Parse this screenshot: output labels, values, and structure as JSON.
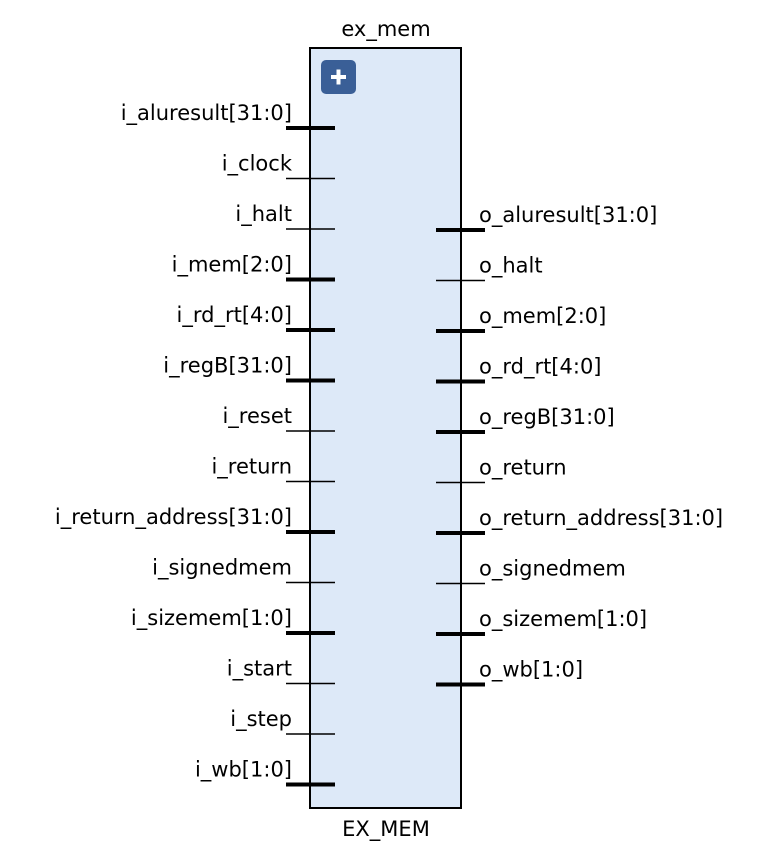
{
  "block": {
    "instance_name": "ex_mem",
    "module_name": "EX_MEM",
    "fill_color": "#dde9f8",
    "border_color": "#000000",
    "expand_icon": {
      "name": "plus-icon",
      "color": "#3a5f97",
      "glyph_color": "#ffffff"
    }
  },
  "ports": {
    "inputs": [
      {
        "label": "i_aluresult[31:0]",
        "bus": true
      },
      {
        "label": "i_clock",
        "bus": false
      },
      {
        "label": "i_halt",
        "bus": false
      },
      {
        "label": "i_mem[2:0]",
        "bus": true
      },
      {
        "label": "i_rd_rt[4:0]",
        "bus": true
      },
      {
        "label": "i_regB[31:0]",
        "bus": true
      },
      {
        "label": "i_reset",
        "bus": false
      },
      {
        "label": "i_return",
        "bus": false
      },
      {
        "label": "i_return_address[31:0]",
        "bus": true
      },
      {
        "label": "i_signedmem",
        "bus": false
      },
      {
        "label": "i_sizemem[1:0]",
        "bus": true
      },
      {
        "label": "i_start",
        "bus": false
      },
      {
        "label": "i_step",
        "bus": false
      },
      {
        "label": "i_wb[1:0]",
        "bus": true
      }
    ],
    "outputs": [
      {
        "label": "o_aluresult[31:0]",
        "bus": true
      },
      {
        "label": "o_halt",
        "bus": false
      },
      {
        "label": "o_mem[2:0]",
        "bus": true
      },
      {
        "label": "o_rd_rt[4:0]",
        "bus": true
      },
      {
        "label": "o_regB[31:0]",
        "bus": true
      },
      {
        "label": "o_return",
        "bus": false
      },
      {
        "label": "o_return_address[31:0]",
        "bus": true
      },
      {
        "label": "o_signedmem",
        "bus": false
      },
      {
        "label": "o_sizemem[1:0]",
        "bus": true
      },
      {
        "label": "o_wb[1:0]",
        "bus": true
      }
    ]
  }
}
